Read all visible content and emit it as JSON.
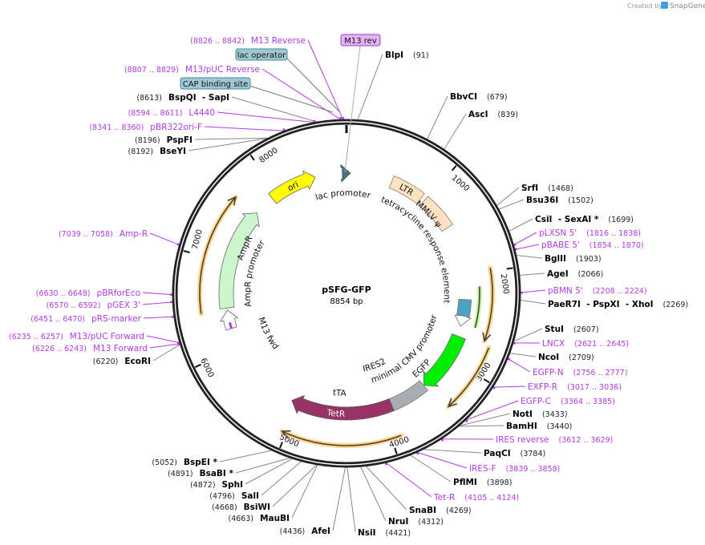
{
  "brand": {
    "prefix": "Created by",
    "name": "SnapGene"
  },
  "plasmid": {
    "name": "pSFG-GFP",
    "length": "8854 bp",
    "total_bp": 8854
  },
  "ticks": [
    "1000",
    "2000",
    "3000",
    "4000",
    "5000",
    "6000",
    "7000",
    "8000"
  ],
  "boxed_features": [
    {
      "name": "M13 rev",
      "color": "#e3b3f7"
    },
    {
      "name": "lac operator",
      "color": "#9fc8d3"
    },
    {
      "name": "CAP binding site",
      "color": "#9fc8d3"
    }
  ],
  "features": {
    "lac_promoter": "lac promoter",
    "ori": "ori",
    "ampr": "AmpR",
    "ampr_promoter": "AmpR promoter",
    "m13_fwd": "M13 fwd",
    "ltr": "LTR",
    "mmlv_psi": "MMLV ψ",
    "tre": "tetracycline response element",
    "min_cmv": "minimal CMV promoter",
    "egfp": "EGFP",
    "ires2": "IRES2",
    "tta": "tTA",
    "tetr": "TetR"
  },
  "feature_colors": {
    "ori": "#ffff00",
    "ampr": "#ccf7cc",
    "ltr": "#ffe2c0",
    "egfp": "#00ee00",
    "ires2": "#a7adb2",
    "tetr": "#993366",
    "orf_highlight": "#fcd58f"
  },
  "enzymes": [
    {
      "name": "BlpI",
      "pos": 91
    },
    {
      "name": "BbvCI",
      "pos": 679
    },
    {
      "name": "AscI",
      "pos": 839
    },
    {
      "name": "SrfI",
      "pos": 1468
    },
    {
      "name": "Bsu36I",
      "pos": 1502
    },
    {
      "name": "CsiI  - SexAI *",
      "pos": 1699
    },
    {
      "name": "BglII",
      "pos": 1903
    },
    {
      "name": "AgeI",
      "pos": 2066
    },
    {
      "name": "PaeR7I  - PspXI  - XhoI",
      "pos": 2269
    },
    {
      "name": "StuI",
      "pos": 2607
    },
    {
      "name": "NcoI",
      "pos": 2709
    },
    {
      "name": "NotI",
      "pos": 3433
    },
    {
      "name": "BamHI",
      "pos": 3440
    },
    {
      "name": "PaqCI",
      "pos": 3784
    },
    {
      "name": "PflMI",
      "pos": 3898
    },
    {
      "name": "SnaBI",
      "pos": 4269
    },
    {
      "name": "NruI",
      "pos": 4312
    },
    {
      "name": "NsiI",
      "pos": 4421
    },
    {
      "name": "AfeI",
      "pos": 4436
    },
    {
      "name": "MauBI",
      "pos": 4663
    },
    {
      "name": "BsiWI",
      "pos": 4668
    },
    {
      "name": "SalI",
      "pos": 4796
    },
    {
      "name": "SphI",
      "pos": 4872
    },
    {
      "name": "BsaBI *",
      "pos": 4891
    },
    {
      "name": "BspEI *",
      "pos": 5052
    },
    {
      "name": "EcoRI",
      "pos": 6220
    },
    {
      "name": "BseYI",
      "pos": 8192
    },
    {
      "name": "PspFI",
      "pos": 8196
    },
    {
      "name": "BspQI  - SapI",
      "pos": 8613
    }
  ],
  "primers": [
    {
      "name": "pLXSN 5'",
      "range": "1816 .. 1838"
    },
    {
      "name": "pBABE 5'",
      "range": "1854 .. 1870"
    },
    {
      "name": "pBMN 5'",
      "range": "2208 .. 2224"
    },
    {
      "name": "LNCX",
      "range": "2621 .. 2645"
    },
    {
      "name": "EGFP-N",
      "range": "2756 .. 2777"
    },
    {
      "name": "EXFP-R",
      "range": "3017 .. 3036"
    },
    {
      "name": "EGFP-C",
      "range": "3364 .. 3385"
    },
    {
      "name": "IRES reverse",
      "range": "3612 .. 3629"
    },
    {
      "name": "IRES-F",
      "range": "3839 .. 3858"
    },
    {
      "name": "Tet-R",
      "range": "4105 .. 4124"
    },
    {
      "name": "M13 Forward",
      "range": "6226 .. 6243"
    },
    {
      "name": "M13/pUC Forward",
      "range": "6235 .. 6257"
    },
    {
      "name": "pRS-marker",
      "range": "6451 .. 6470"
    },
    {
      "name": "pGEX 3'",
      "range": "6570 .. 6592"
    },
    {
      "name": "pBRforEco",
      "range": "6630 .. 6648"
    },
    {
      "name": "Amp-R",
      "range": "7039 .. 7058"
    },
    {
      "name": "pBR322ori-F",
      "range": "8341 .. 8360"
    },
    {
      "name": "L4440",
      "range": "8594 .. 8611"
    },
    {
      "name": "M13/pUC Reverse",
      "range": "8807 .. 8829"
    },
    {
      "name": "M13 Reverse",
      "range": "8826 .. 8842"
    }
  ]
}
